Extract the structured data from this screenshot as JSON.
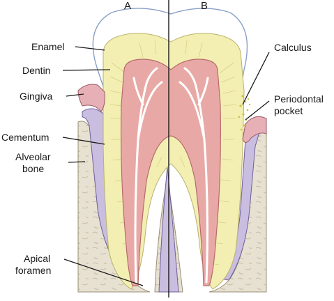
{
  "side_labels": {
    "a": "A",
    "b": "B"
  },
  "labels": {
    "enamel": "Enamel",
    "dentin": "Dentin",
    "gingiva": "Gingiva",
    "cementum": "Cementum",
    "alveolar_bone": [
      "Alveolar",
      "bone"
    ],
    "apical_foramen": [
      "Apical",
      "foramen"
    ],
    "calculus": "Calculus",
    "periodontal_pocket": [
      "Periodontal",
      "pocket"
    ]
  },
  "colors": {
    "enamel": "#ffffff",
    "dentin": "#f3efb2",
    "pulp": "#e8a9a6",
    "pulp_canal": "#ffffff",
    "gingiva": "#e7b0b7",
    "periodontal_ligament": "#c9bde0",
    "bone": "#e7e1d1",
    "calculus": "#cfc24a",
    "line": "#1a1a1a"
  }
}
